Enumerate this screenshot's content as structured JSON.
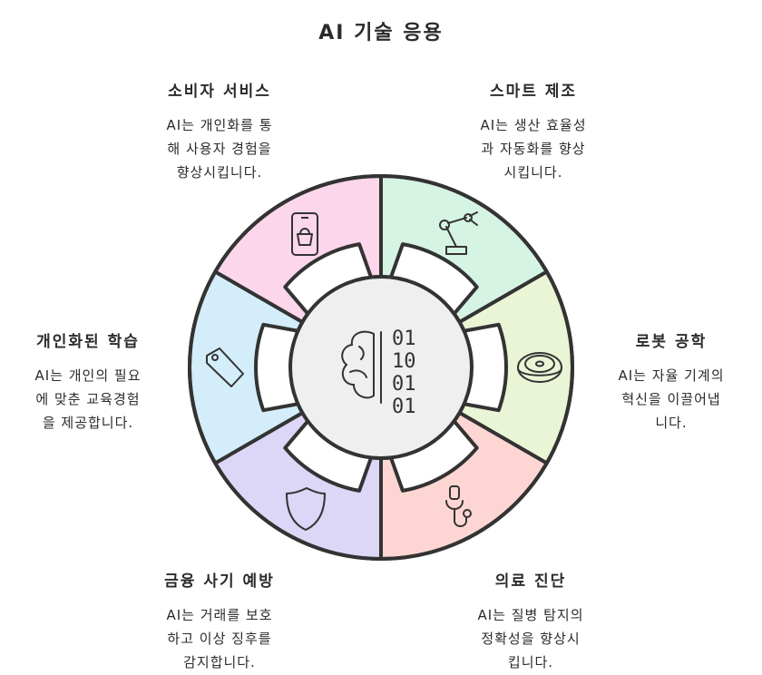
{
  "title": "AI 기술 응용",
  "segments": [
    {
      "name": "smart-manufacturing",
      "heading": "스마트 제조",
      "desc": [
        "AI는 생산 효율성",
        "과 자동화를 향상",
        "시킵니다."
      ],
      "color": "#d6f4e4",
      "icon": "robot-arm-icon"
    },
    {
      "name": "robotics",
      "heading": "로봇 공학",
      "desc": [
        "AI는 자율 기계의",
        "혁신을 이끌어냅",
        "니다."
      ],
      "color": "#eaf5d6",
      "icon": "robot-vacuum-icon"
    },
    {
      "name": "medical-diagnosis",
      "heading": "의료 진단",
      "desc": [
        "AI는 질병 탐지의",
        "정확성을 향상시",
        "킵니다."
      ],
      "color": "#fdd6d3",
      "icon": "stethoscope-icon"
    },
    {
      "name": "fraud-prevention",
      "heading": "금융 사기 예방",
      "desc": [
        "AI는 거래를 보호",
        "하고 이상 징후를",
        "감지합니다."
      ],
      "color": "#dcd6f7",
      "icon": "shield-icon"
    },
    {
      "name": "personalized-learning",
      "heading": "개인화된 학습",
      "desc": [
        "AI는 개인의 필요",
        "에 맞춘 교육경험",
        "을 제공합니다."
      ],
      "color": "#d3eefa",
      "icon": "tag-icon"
    },
    {
      "name": "consumer-services",
      "heading": "소비자 서비스",
      "desc": [
        "AI는 개인화를 통",
        "해 사용자 경험을",
        "향상시킵니다."
      ],
      "color": "#fcd6ea",
      "icon": "mobile-shopping-icon"
    }
  ],
  "center": {
    "icon": "brain-binary-icon",
    "binary": [
      "01",
      "10",
      "01",
      "01"
    ]
  }
}
